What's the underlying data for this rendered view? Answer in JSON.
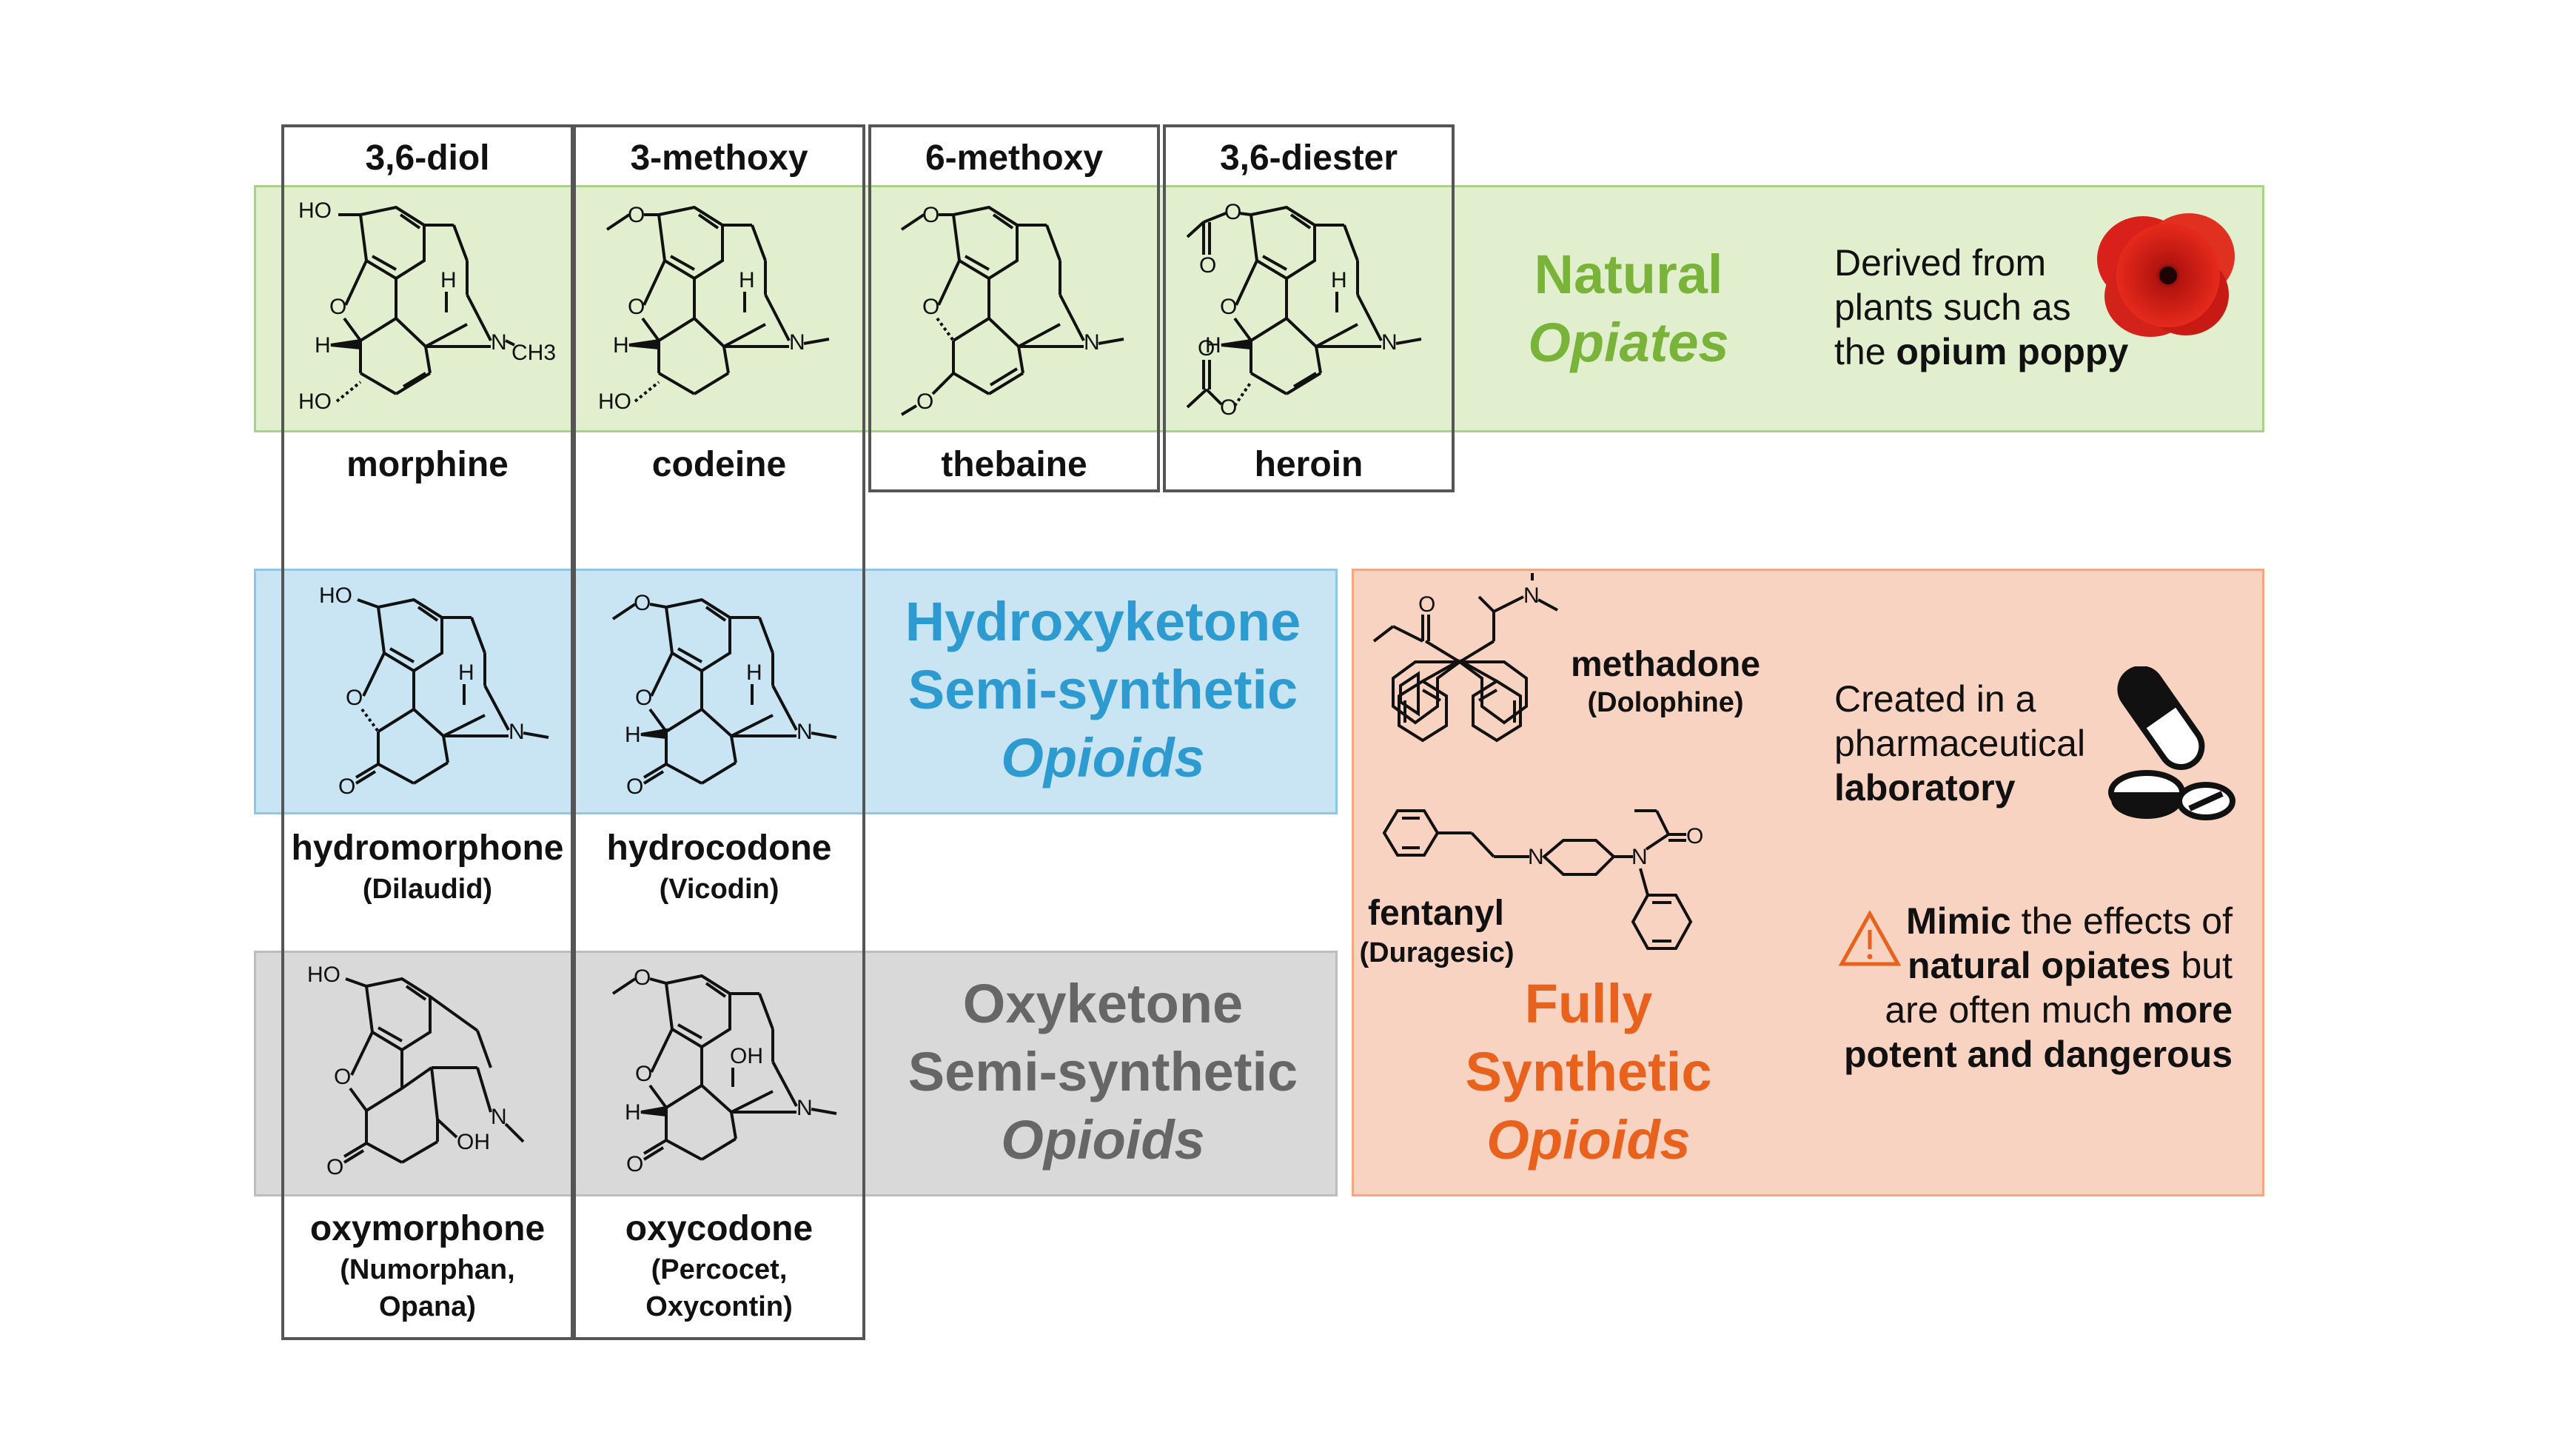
{
  "colors": {
    "natural_bg": "#e2efcf",
    "natural_border": "#a9d18e",
    "natural_text": "#7ab33a",
    "hydroxy_bg": "#c9e5f3",
    "hydroxy_border": "#8ec8e6",
    "hydroxy_text": "#2e9bd0",
    "oxy_bg": "#d9d9d9",
    "oxy_border": "#bdbdbd",
    "oxy_text": "#666666",
    "synthetic_bg": "#f8d3c1",
    "synthetic_border": "#f0a882",
    "synthetic_text": "#e8621e"
  },
  "columns": [
    {
      "header": "3,6-diol"
    },
    {
      "header": "3-methoxy"
    },
    {
      "header": "6-methoxy"
    },
    {
      "header": "3,6-diester"
    }
  ],
  "natural": {
    "title_line1": "Natural",
    "title_line2": "Opiates",
    "desc_line1": "Derived from",
    "desc_line2": "plants such as",
    "desc_line3_plain": "the ",
    "desc_line3_bold": "opium poppy",
    "compounds": [
      "morphine",
      "codeine",
      "thebaine",
      "heroin"
    ],
    "icon": "poppy-flower-icon"
  },
  "hydroxyketone": {
    "title_line1": "Hydroxyketone",
    "title_line2": "Semi-synthetic",
    "title_line3": "Opioids",
    "compounds": [
      {
        "name": "hydromorphone",
        "brand": "(Dilaudid)"
      },
      {
        "name": "hydrocodone",
        "brand": "(Vicodin)"
      }
    ]
  },
  "oxyketone": {
    "title_line1": "Oxyketone",
    "title_line2": "Semi-synthetic",
    "title_line3": "Opioids",
    "compounds": [
      {
        "name": "oxymorphone",
        "brand_line1": "(Numorphan,",
        "brand_line2": "Opana)"
      },
      {
        "name": "oxycodone",
        "brand_line1": "(Percocet,",
        "brand_line2": "Oxycontin)"
      }
    ]
  },
  "synthetic": {
    "title_line1": "Fully",
    "title_line2": "Synthetic",
    "title_line3": "Opioids",
    "methadone": {
      "name": "methadone",
      "brand": "(Dolophine)"
    },
    "fentanyl": {
      "name": "fentanyl",
      "brand": "(Duragesic)"
    },
    "created_line1": "Created in a",
    "created_line2": "pharmaceutical",
    "created_line3": "laboratory",
    "warning_w1": "Mimic",
    "warning_w2": " the effects of",
    "warning_w3": "natural opiates",
    "warning_w4": " but",
    "warning_w5": "are often much ",
    "warning_w6": "more",
    "warning_w7": "potent and dangerous",
    "icons": [
      "pill-capsule-icon",
      "warning-triangle-icon"
    ]
  },
  "atom_labels": {
    "HO": "HO",
    "O": "O",
    "H": "H",
    "N": "N",
    "CH3": "CH3",
    "OH": "OH"
  }
}
